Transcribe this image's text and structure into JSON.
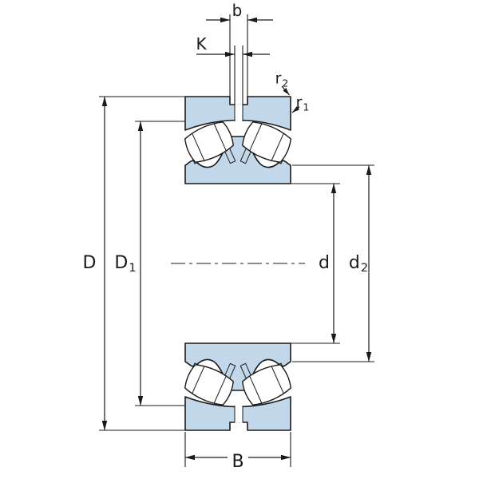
{
  "dims": {
    "b": {
      "text": "b"
    },
    "K": {
      "text": "K"
    },
    "r2": {
      "base": "r",
      "sub": "2"
    },
    "r1": {
      "base": "r",
      "sub": "1"
    },
    "D": {
      "text": "D"
    },
    "D1": {
      "base": "D",
      "sub": "1"
    },
    "d": {
      "text": "d"
    },
    "d2": {
      "base": "d",
      "sub": "2"
    },
    "B": {
      "text": "B"
    }
  },
  "colors": {
    "fill": "#c3d7eb",
    "line": "#1a1a1a",
    "bg": "#ffffff"
  }
}
